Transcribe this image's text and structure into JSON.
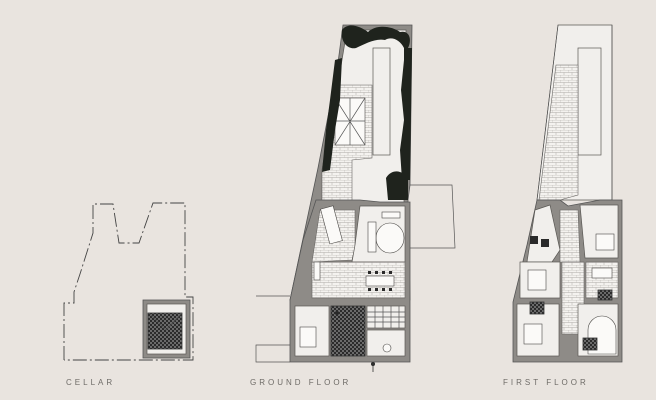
{
  "labels": {
    "cellar": "CELLAR",
    "ground_floor": "GROUND FLOOR",
    "first_floor": "FIRST FLOOR"
  },
  "colors": {
    "background": "#e9e4df",
    "walls": "#8e8b87",
    "rooms": "#f1efec",
    "hedge": "#1f231d",
    "label_text": "#6e6b67"
  }
}
